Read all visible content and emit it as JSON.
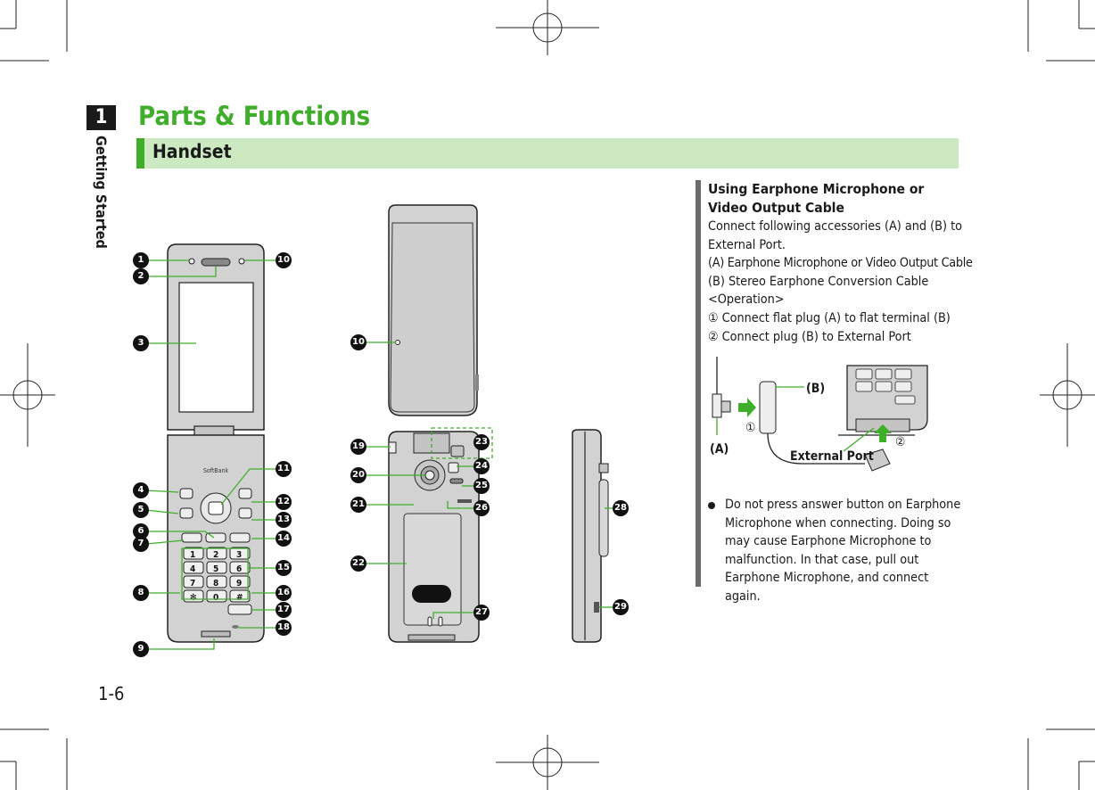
{
  "chapter": {
    "number": "1",
    "name": "Getting Started"
  },
  "page_title": "Parts & Functions",
  "section_title": "Handset",
  "page_number": "1-6",
  "note": {
    "title": "Using Earphone Microphone or Video Output Cable",
    "lines": [
      "Connect following accessories (A) and (B) to External Port.",
      "(A) Earphone Microphone or Video Output Cable",
      "(B) Stereo Earphone Conversion Cable",
      "<Operation>",
      "① Connect flat plug (A) to flat terminal (B)",
      "② Connect plug (B) to External Port"
    ],
    "bullet": "Do not press answer button on Earphone Microphone when connecting. Doing so may cause Earphone Microphone to malfunction. In that case, pull out Earphone Microphone, and connect again."
  },
  "inset": {
    "label_a": "(A)",
    "label_b": "(B)",
    "label_port": "External Port",
    "step1": "①",
    "step2": "②"
  },
  "callouts": {
    "c1": "1",
    "c2": "2",
    "c3": "3",
    "c4": "4",
    "c5": "5",
    "c6": "6",
    "c7": "7",
    "c8": "8",
    "c9": "9",
    "c10": "10",
    "c11": "11",
    "c12": "12",
    "c13": "13",
    "c14": "14",
    "c15": "15",
    "c16": "16",
    "c17": "17",
    "c18": "18",
    "c19": "19",
    "c20": "20",
    "c21": "21",
    "c22": "22",
    "c23": "23",
    "c24": "24",
    "c25": "25",
    "c26": "26",
    "c27": "27",
    "c28": "28",
    "c29": "29"
  },
  "brand": "SoftBank",
  "keypad": [
    "1",
    "2",
    "3",
    "4",
    "5",
    "6",
    "7",
    "8",
    "9",
    "✻",
    "0",
    "#"
  ],
  "colors": {
    "accent_green": "#3fae2a",
    "section_bg": "#cde9c1",
    "callout_line": "#3fae2a"
  }
}
